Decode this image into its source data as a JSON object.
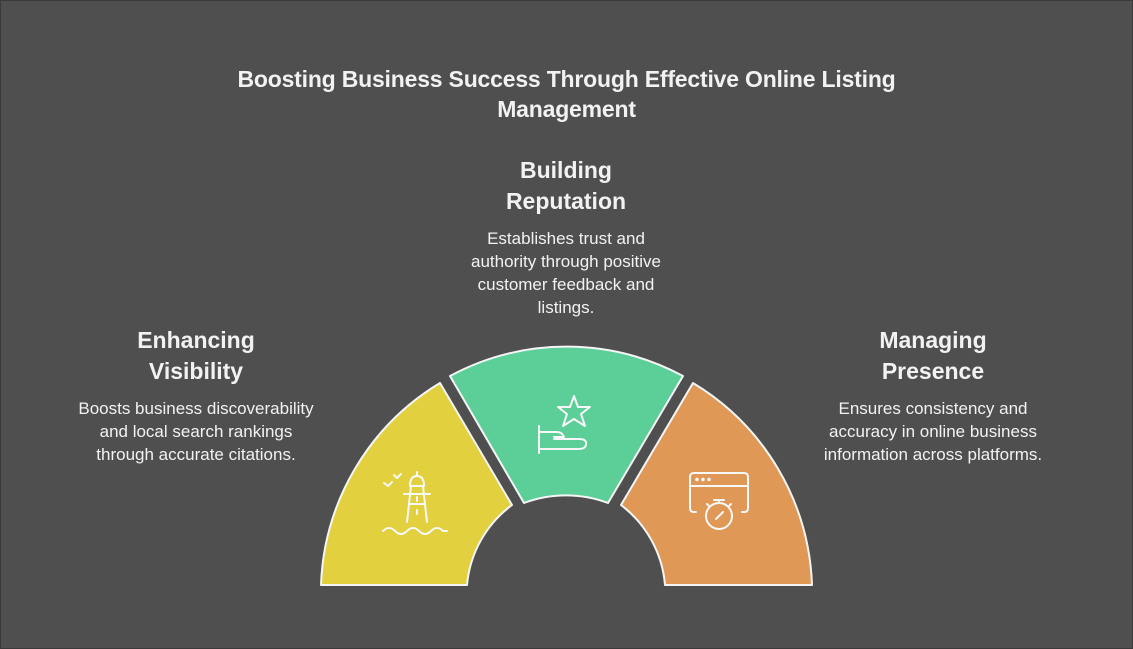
{
  "title": "Boosting Business Success Through Effective Online Listing Management",
  "segments": [
    {
      "id": "enhancing-visibility",
      "heading_line1": "Enhancing",
      "heading_line2": "Visibility",
      "description": "Boosts business discoverability and local search rankings through accurate citations.",
      "icon": "lighthouse-icon",
      "color": "#e2d03f"
    },
    {
      "id": "building-reputation",
      "heading_line1": "Building",
      "heading_line2": "Reputation",
      "description": "Establishes trust and authority through positive customer feedback and listings.",
      "icon": "hand-star-icon",
      "color": "#5ccf98"
    },
    {
      "id": "managing-presence",
      "heading_line1": "Managing",
      "heading_line2": "Presence",
      "description": "Ensures consistency and accuracy in online business information across platforms.",
      "icon": "browser-stopwatch-icon",
      "color": "#e09856"
    }
  ],
  "colors": {
    "background": "#4f4f4f",
    "text": "#f2f2f2",
    "outline": "#f5f5f5"
  }
}
